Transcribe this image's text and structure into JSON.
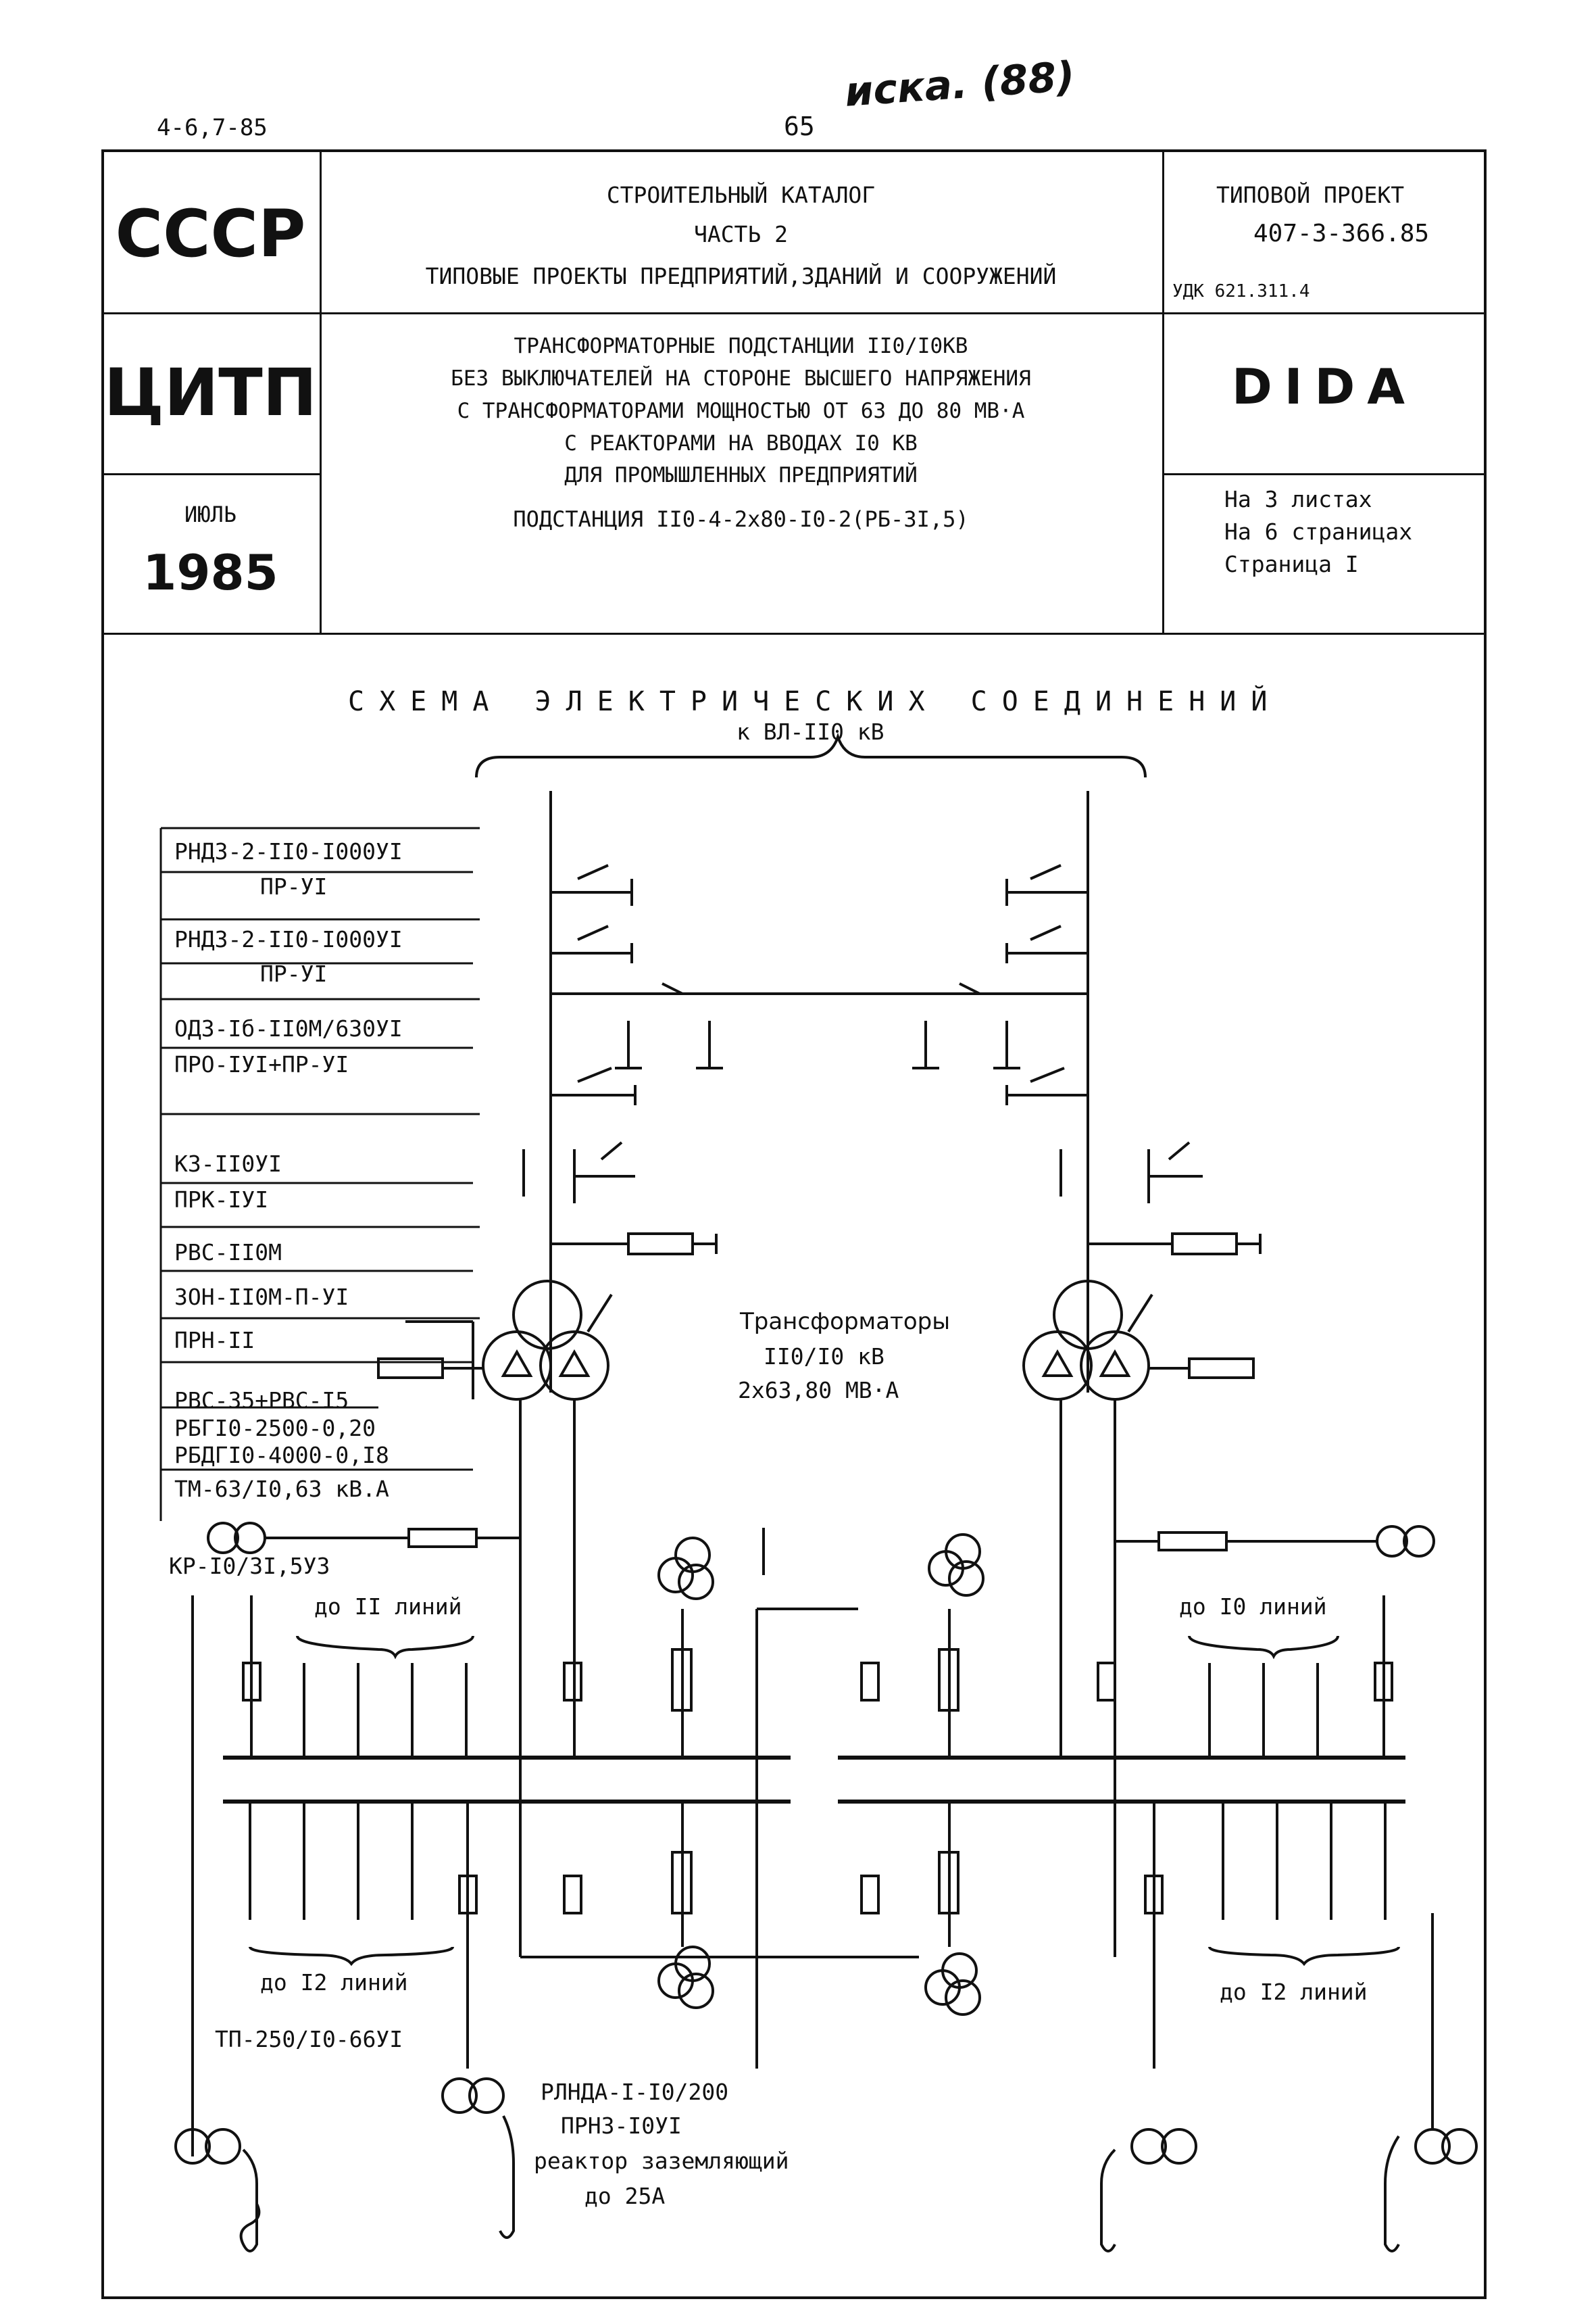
{
  "header": {
    "doc_code": "4-6,7-85",
    "page_number": "65",
    "handwritten_note": "иска. (88)"
  },
  "title_block": {
    "org_top": "СССР",
    "org_bottom": "ЦИТП",
    "month": "ИЮЛЬ",
    "year": "1985",
    "catalog_line1": "СТРОИТЕЛЬНЫЙ КАТАЛОГ",
    "catalog_line2": "ЧАСТЬ 2",
    "catalog_line3": "ТИПОВЫЕ ПРОЕКТЫ ПРЕДПРИЯТИЙ,ЗДАНИЙ И СООРУЖЕНИЙ",
    "project_label": "ТИПОВОЙ ПРОЕКТ",
    "project_number": "407-3-366.85",
    "udk": "УДК 621.311.4",
    "subject_line1": "ТРАНСФОРМАТОРНЫЕ ПОДСТАНЦИИ II0/I0КВ",
    "subject_line2": "БЕЗ ВЫКЛЮЧАТЕЛЕЙ НА СТОРОНЕ ВЫСШЕГО НАПРЯЖЕНИЯ",
    "subject_line3": "С ТРАНСФОРМАТОРАМИ МОЩНОСТЬЮ ОТ 63 ДО 80 МВ·А",
    "subject_line4": "С РЕАКТОРАМИ НА ВВОДАХ  I0 КВ",
    "subject_line5": "ДЛЯ ПРОМЫШЛЕННЫХ ПРЕДПРИЯТИЙ",
    "subject_line6": "ПОДСТАНЦИЯ II0-4-2х80-I0-2(РБ-3I,5)",
    "code": "DIDA",
    "sheets": "На 3 листах",
    "pages": "На 6 страницах",
    "page": "Страница I"
  },
  "diagram": {
    "title": "СХЕМА  ЭЛЕКТРИЧЕСКИХ  СОЕДИНЕНИЙ",
    "line_label": "к ВЛ-II0 кВ",
    "equipment": [
      {
        "line1": "РНДЗ-2-II0-I000УI",
        "line2": "ПР-УI"
      },
      {
        "line1": "РНДЗ-2-II0-I000УI",
        "line2": "ПР-УI"
      },
      {
        "line1": "ОДЗ-Iб-II0М/630УI",
        "line2": "ПРО-IУI+ПР-УI"
      },
      {
        "line1": "КЗ-II0УI",
        "line2": "ПРК-IУI"
      },
      {
        "line1": "РВС-II0М",
        "line2": ""
      },
      {
        "line1": "ЗОН-II0М-П-УI",
        "line2": "ПРН-II"
      },
      {
        "line1": "РВС-35+РВС-I5",
        "line2": ""
      },
      {
        "line1": "РБГI0-2500-0,20",
        "line2": ""
      },
      {
        "line1": "РБДГI0-4000-0,I8",
        "line2": ""
      },
      {
        "line1": "ТМ-63/I0,63 кВ.А",
        "line2": ""
      }
    ],
    "transformers_label1": "Трансформаторы",
    "transformers_label2": "II0/I0 кВ",
    "transformers_label3": "2х63,80 МВ·А",
    "kr_label": "КР-I0/3I,5УЗ",
    "left_lines_top": "до II линий",
    "right_lines_top": "до I0 линий",
    "left_lines_bottom": "до I2 линий",
    "right_lines_bottom": "до I2 линий",
    "tp_label": "ТП-250/I0-66УI",
    "reactor_line1": "РЛНДА-I-I0/200",
    "reactor_line2": "ПРНЗ-I0УI",
    "reactor_line3": "реактор заземляющий",
    "reactor_line4": "до 25А"
  }
}
